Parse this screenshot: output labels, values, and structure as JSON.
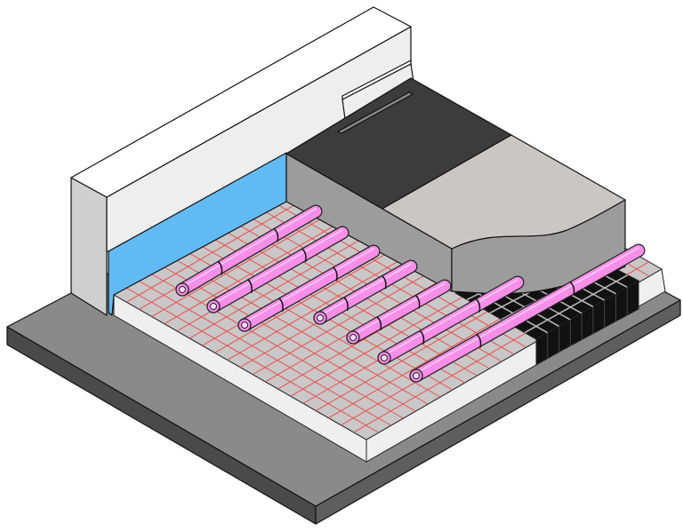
{
  "colors": {
    "base_slab_top": "#8a8a8a",
    "base_slab_side": "#4a4a4a",
    "insulation": "#efefef",
    "mesh_floor": "#c9c7c7",
    "mesh_lines": "#e8504f",
    "wall_top": "#ffffff",
    "wall_front": "#eeeeee",
    "wall_side": "#cfcfcf",
    "edge_insulation": "#62baf5",
    "screed_dark": "#3c3c3c",
    "screed_light": "#cbc6c6",
    "screed_side": "#9c9c9c",
    "pipe": "#f78ee8",
    "drainage_grid": "#111111"
  },
  "icons": [
    "heating-pipe",
    "reinforcement-mesh",
    "drainage-grid"
  ]
}
